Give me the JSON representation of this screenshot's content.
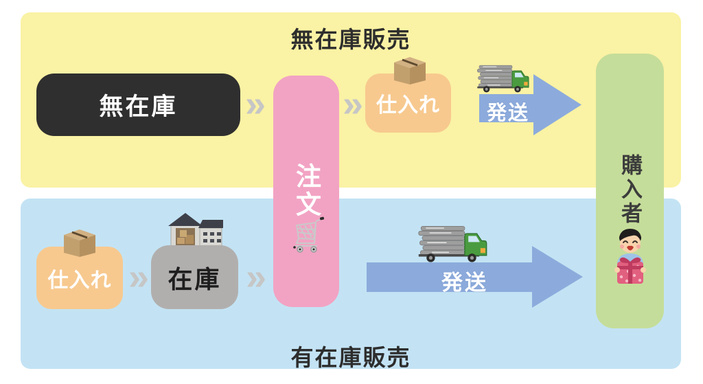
{
  "colors": {
    "yellow_panel": "#FAF2A4",
    "blue_panel": "#C3E3F4",
    "black_box": "#2F2F2F",
    "pink_box": "#F2A3C3",
    "orange_box": "#F7C98F",
    "gray_box": "#B1AFAE",
    "green_box": "#C5DD9A",
    "arrow_blue": "#8CABDC",
    "chevron_gray": "#C6C6C6"
  },
  "top_flow": {
    "title": "無在庫販売",
    "no_stock": "無在庫",
    "chevron": "»",
    "purchase": "仕入れ",
    "ship": "発送"
  },
  "bottom_flow": {
    "title": "有在庫販売",
    "purchase": "仕入れ",
    "chevron": "»",
    "stock": "在庫",
    "ship": "発送"
  },
  "shared": {
    "order": "注文",
    "buyer": "購入者"
  }
}
